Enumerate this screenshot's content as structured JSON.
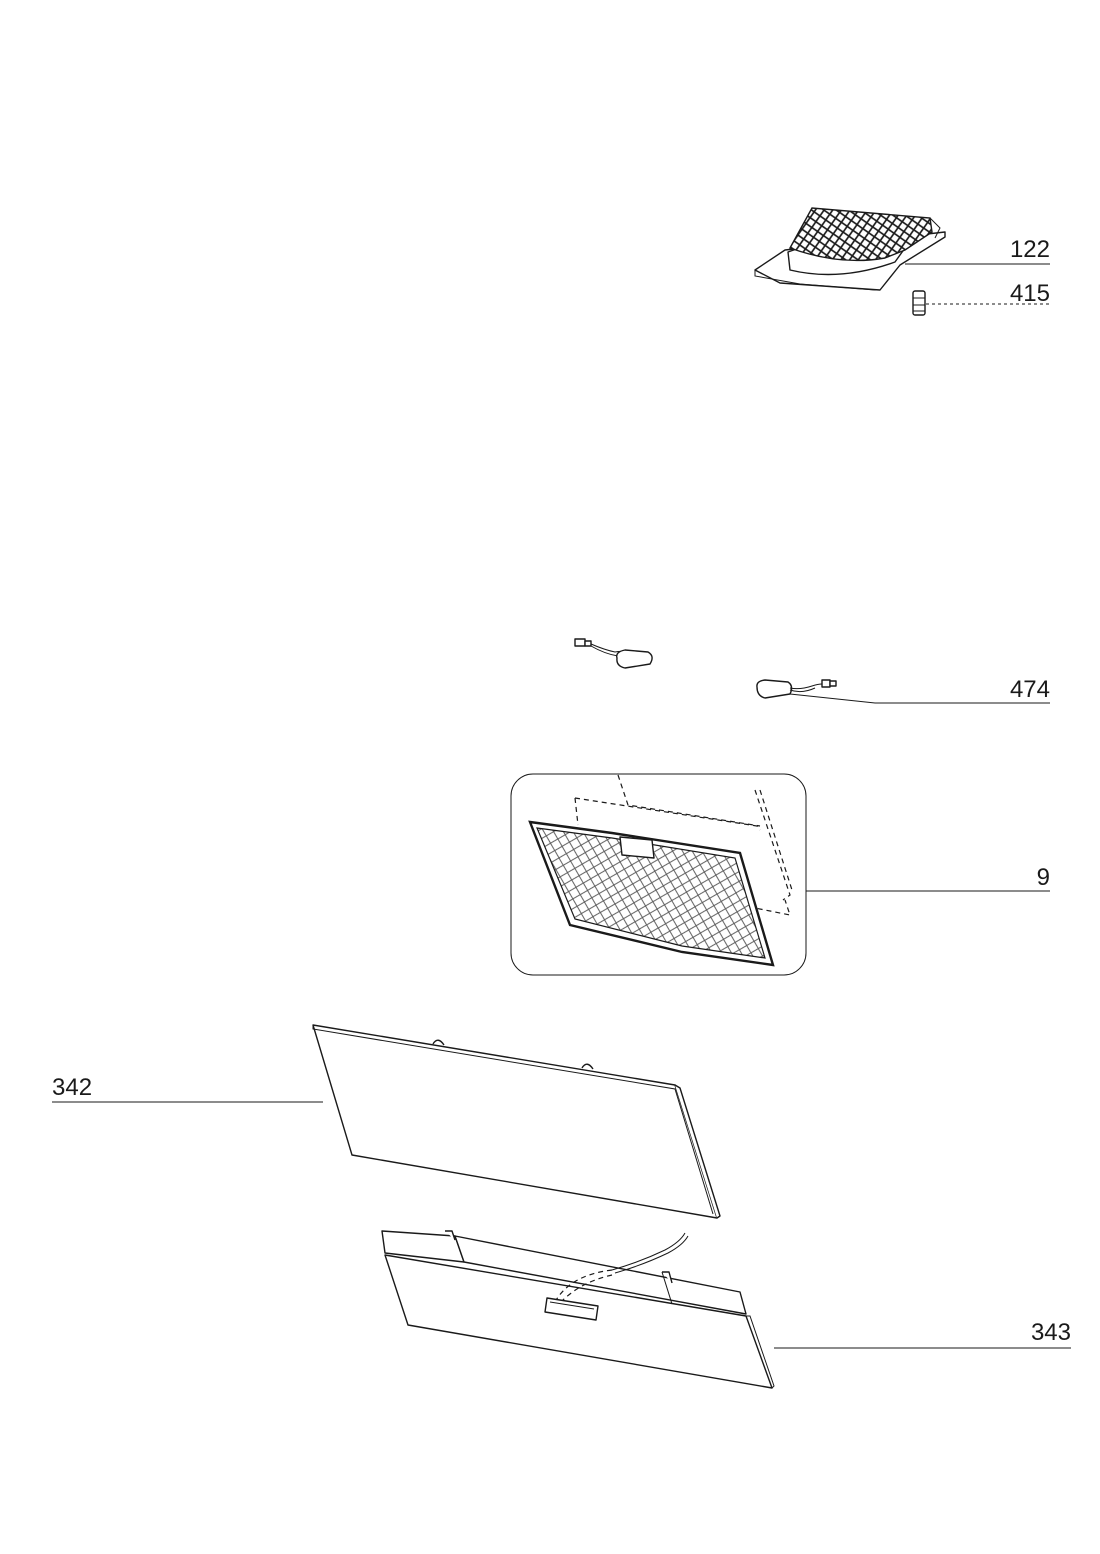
{
  "callouts": [
    {
      "id": "122",
      "label": "122"
    },
    {
      "id": "415",
      "label": "415"
    },
    {
      "id": "474",
      "label": "474"
    },
    {
      "id": "9",
      "label": "9"
    },
    {
      "id": "342",
      "label": "342"
    },
    {
      "id": "343",
      "label": "343"
    }
  ]
}
